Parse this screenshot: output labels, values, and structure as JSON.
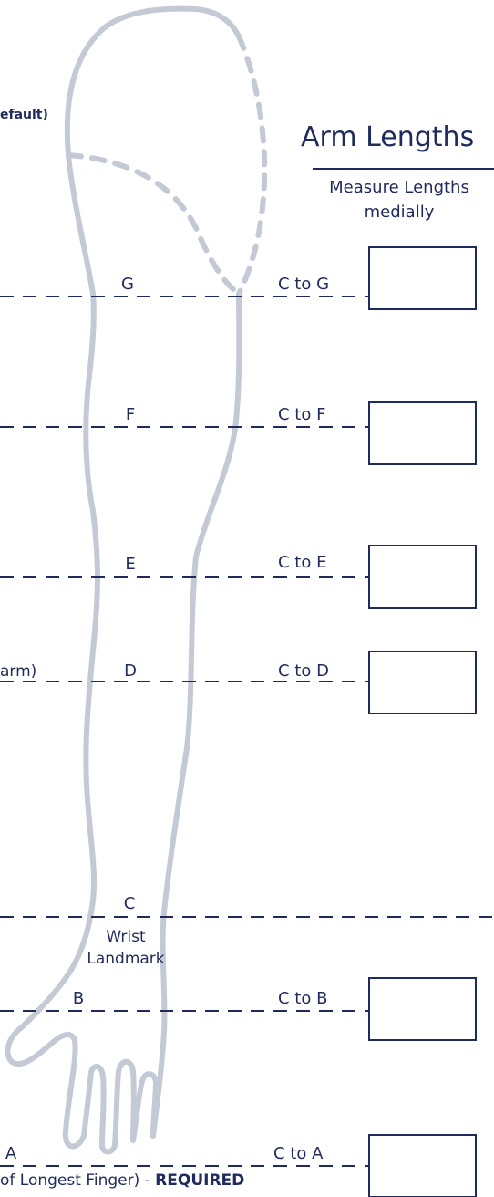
{
  "header": {
    "title": "Arm Lengths",
    "subtitle_line1": "Measure Lengths",
    "subtitle_line2": "medially"
  },
  "top_left_text": "efault)",
  "bottom_text": {
    "prefix": "of Longest Finger) - ",
    "emphasis": "REQUIRED"
  },
  "left_fragments": {
    "d_row": "arm)"
  },
  "wrist_landmark": {
    "line1": "Wrist",
    "line2": "Landmark"
  },
  "measurements": [
    {
      "point": "G",
      "range": "C to G"
    },
    {
      "point": "F",
      "range": "C to F"
    },
    {
      "point": "E",
      "range": "C to E"
    },
    {
      "point": "D",
      "range": "C to D"
    },
    {
      "point": "B",
      "range": "C to B"
    },
    {
      "point": "A",
      "range": "C to A"
    }
  ],
  "landmark_point": "C",
  "colors": {
    "ink": "#1f2b5c",
    "arm_outline": "#c4c9d6"
  }
}
